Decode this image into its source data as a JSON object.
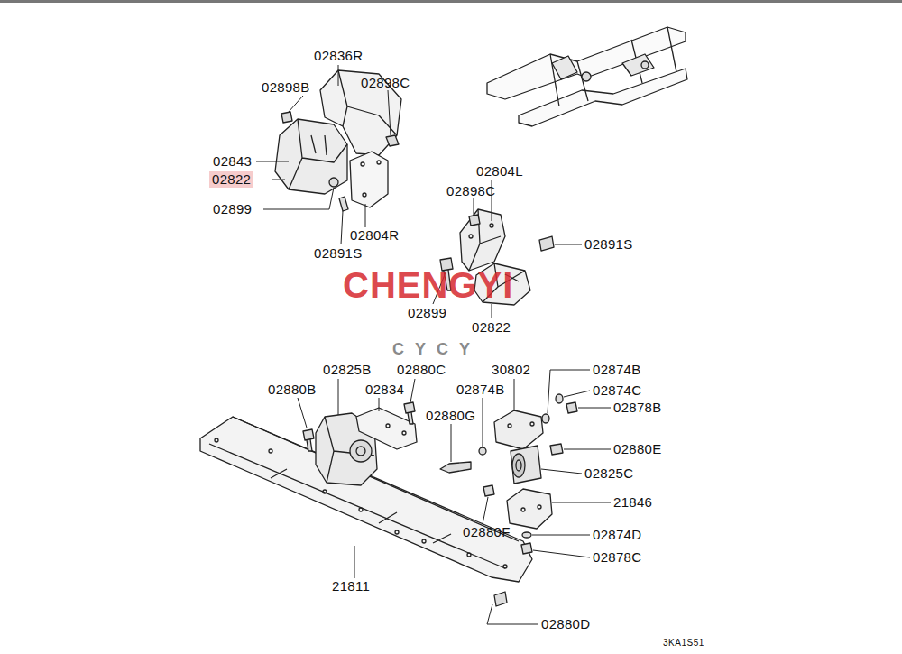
{
  "diagram": {
    "nodes": [
      {
        "text": [
          "02822"
        ]
      }
    ],
    "labels": [
      "02836R",
      "02898B",
      "02898C",
      "02843",
      "02899",
      "02804R",
      "02891S",
      "02804L",
      "02898C",
      "02891S",
      "02899",
      "02822",
      "CHENGYI",
      "CYCY",
      "02825B",
      "02880C",
      "30802",
      "02874B",
      "02880B",
      "02834",
      "02874B",
      "02874C",
      "02878B",
      "02880G",
      "02880E",
      "02825C",
      "21846",
      "02880F",
      "02874D",
      "02878C",
      "21811",
      "02880D",
      "3KA1S51"
    ]
  }
}
